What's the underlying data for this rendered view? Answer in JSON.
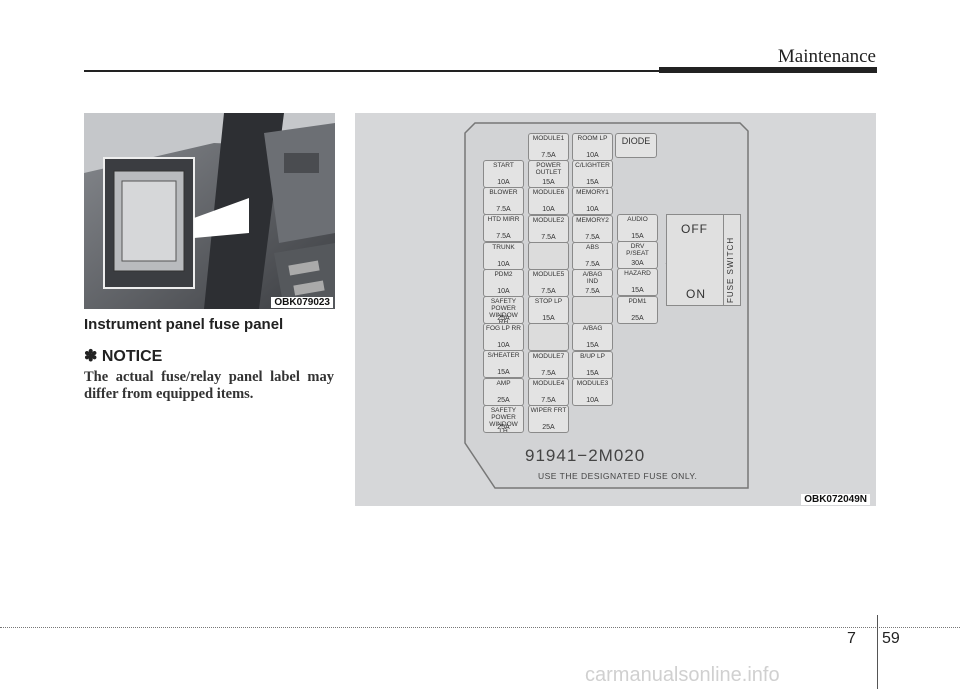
{
  "header": {
    "title": "Maintenance"
  },
  "photo": {
    "caption": "OBK079023"
  },
  "section": {
    "title": "Instrument panel fuse panel"
  },
  "notice": {
    "symbol": "✽",
    "title": "NOTICE",
    "body": "The actual fuse/relay panel label may differ from equipped items."
  },
  "diagram": {
    "caption": "OBK072049N",
    "column1": [
      {
        "name": "START",
        "amp": "10A"
      },
      {
        "name": "BLOWER",
        "amp": "7.5A"
      },
      {
        "name": "HTD MIRR",
        "amp": "7.5A"
      },
      {
        "name": "TRUNK",
        "amp": "10A"
      },
      {
        "name": "PDM2",
        "amp": "10A"
      },
      {
        "name": "SAFETY\nPOWER WINDOW\nRH",
        "amp": "25A"
      },
      {
        "name": "FOG LP RR",
        "amp": "10A"
      },
      {
        "name": "S/HEATER",
        "amp": "15A"
      },
      {
        "name": "AMP",
        "amp": "25A"
      },
      {
        "name": "SAFETY\nPOWER WINDOW\nLH",
        "amp": "25A"
      }
    ],
    "column2": [
      {
        "name": "MODULE1",
        "amp": "7.5A"
      },
      {
        "name": "POWER\nOUTLET",
        "amp": "15A"
      },
      {
        "name": "MODULE6",
        "amp": "10A"
      },
      {
        "name": "MODULE2",
        "amp": "7.5A"
      },
      null,
      {
        "name": "MODULE5",
        "amp": "7.5A"
      },
      {
        "name": "STOP LP",
        "amp": "15A"
      },
      null,
      {
        "name": "MODULE7",
        "amp": "7.5A"
      },
      {
        "name": "MODULE4",
        "amp": "7.5A"
      },
      {
        "name": "WIPER FRT",
        "amp": "25A"
      }
    ],
    "column3": [
      {
        "name": "ROOM LP",
        "amp": "10A"
      },
      {
        "name": "C/LIGHTER",
        "amp": "15A"
      },
      {
        "name": "MEMORY1",
        "amp": "10A"
      },
      {
        "name": "MEMORY2",
        "amp": "7.5A"
      },
      {
        "name": "ABS",
        "amp": "7.5A"
      },
      {
        "name": "A/BAG\nIND",
        "amp": "7.5A"
      },
      null,
      {
        "name": "A/BAG",
        "amp": "15A"
      },
      {
        "name": "B/UP LP",
        "amp": "15A"
      },
      {
        "name": "MODULE3",
        "amp": "10A"
      }
    ],
    "column4": [
      {
        "name": "AUDIO",
        "amp": "15A"
      },
      {
        "name": "DRV\nP/SEAT",
        "amp": "30A"
      },
      {
        "name": "HAZARD",
        "amp": "15A"
      },
      {
        "name": "PDM1",
        "amp": "25A"
      }
    ],
    "diode_label": "DIODE",
    "switch": {
      "off": "OFF",
      "on": "ON",
      "label": "FUSE SWITCH"
    },
    "part_number": "91941−2M020",
    "warning": "USE THE DESIGNATED FUSE ONLY."
  },
  "footer": {
    "chapter": "7",
    "page": "59",
    "watermark": "carmanualsonline.info"
  }
}
